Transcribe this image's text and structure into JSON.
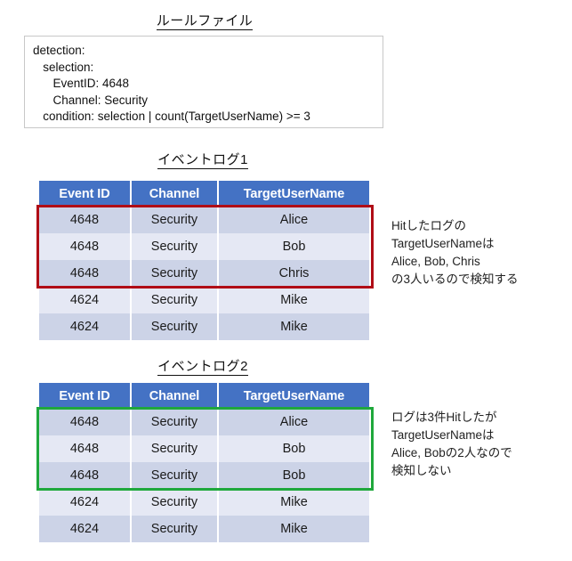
{
  "rule_file": {
    "title": "ルールファイル",
    "lines": [
      "detection:",
      "   selection:",
      "      EventID: 4648",
      "      Channel: Security",
      "   condition: selection | count(TargetUserName) >= 3"
    ]
  },
  "colors": {
    "header_blue": "#4472C4",
    "row_odd": "#CCD3E7",
    "row_even": "#E5E8F4",
    "highlight_red": "#B00D16",
    "highlight_green": "#1FA83C",
    "box_border": "#C8C8C8",
    "text": "#1A1A1A"
  },
  "event_log_1": {
    "title": "イベントログ1",
    "columns": [
      "Event ID",
      "Channel",
      "TargetUserName"
    ],
    "rows": [
      [
        "4648",
        "Security",
        "Alice"
      ],
      [
        "4648",
        "Security",
        "Bob"
      ],
      [
        "4648",
        "Security",
        "Chris"
      ],
      [
        "4624",
        "Security",
        "Mike"
      ],
      [
        "4624",
        "Security",
        "Mike"
      ]
    ],
    "highlight": {
      "color": "#B00D16",
      "rows": [
        0,
        1,
        2
      ]
    },
    "annotation": [
      "Hitしたログの",
      "TargetUserNameは",
      "Alice, Bob, Chris",
      "の3人いるので検知する"
    ]
  },
  "event_log_2": {
    "title": "イベントログ2",
    "columns": [
      "Event ID",
      "Channel",
      "TargetUserName"
    ],
    "rows": [
      [
        "4648",
        "Security",
        "Alice"
      ],
      [
        "4648",
        "Security",
        "Bob"
      ],
      [
        "4648",
        "Security",
        "Bob"
      ],
      [
        "4624",
        "Security",
        "Mike"
      ],
      [
        "4624",
        "Security",
        "Mike"
      ]
    ],
    "highlight": {
      "color": "#1FA83C",
      "rows": [
        0,
        1,
        2
      ]
    },
    "annotation": [
      "ログは3件Hitしたが",
      "TargetUserNameは",
      "Alice, Bobの2人なので",
      "検知しない"
    ]
  }
}
